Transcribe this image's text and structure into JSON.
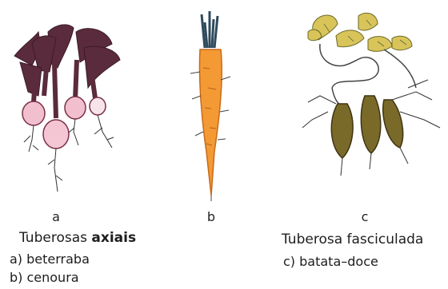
{
  "figures": [
    {
      "letter": "a",
      "caption_prefix": "Tuberosas ",
      "caption_emph": "axiais",
      "items": [
        "a) beterraba",
        "b) cenoura"
      ]
    },
    {
      "letter": "b"
    },
    {
      "letter": "c",
      "caption": "Tuberosa fasciculada",
      "items": [
        "c) batata–doce"
      ]
    }
  ]
}
